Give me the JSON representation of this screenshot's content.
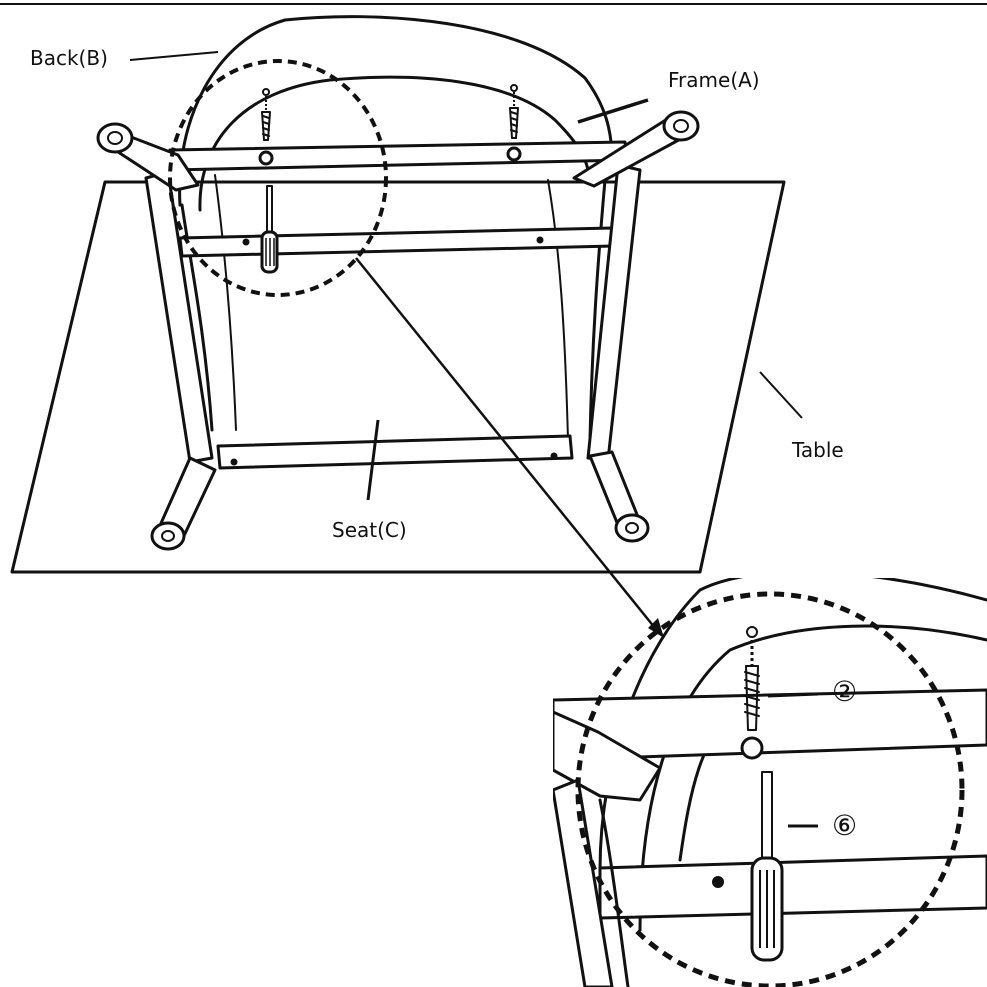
{
  "labels": {
    "back": "Back(B)",
    "frame": "Frame(A)",
    "table": "Table",
    "seat": "Seat(C)"
  },
  "callouts": {
    "screw": "②",
    "screwdriver": "⑥"
  },
  "colors": {
    "ink": "#111111",
    "paper": "#ffffff"
  }
}
